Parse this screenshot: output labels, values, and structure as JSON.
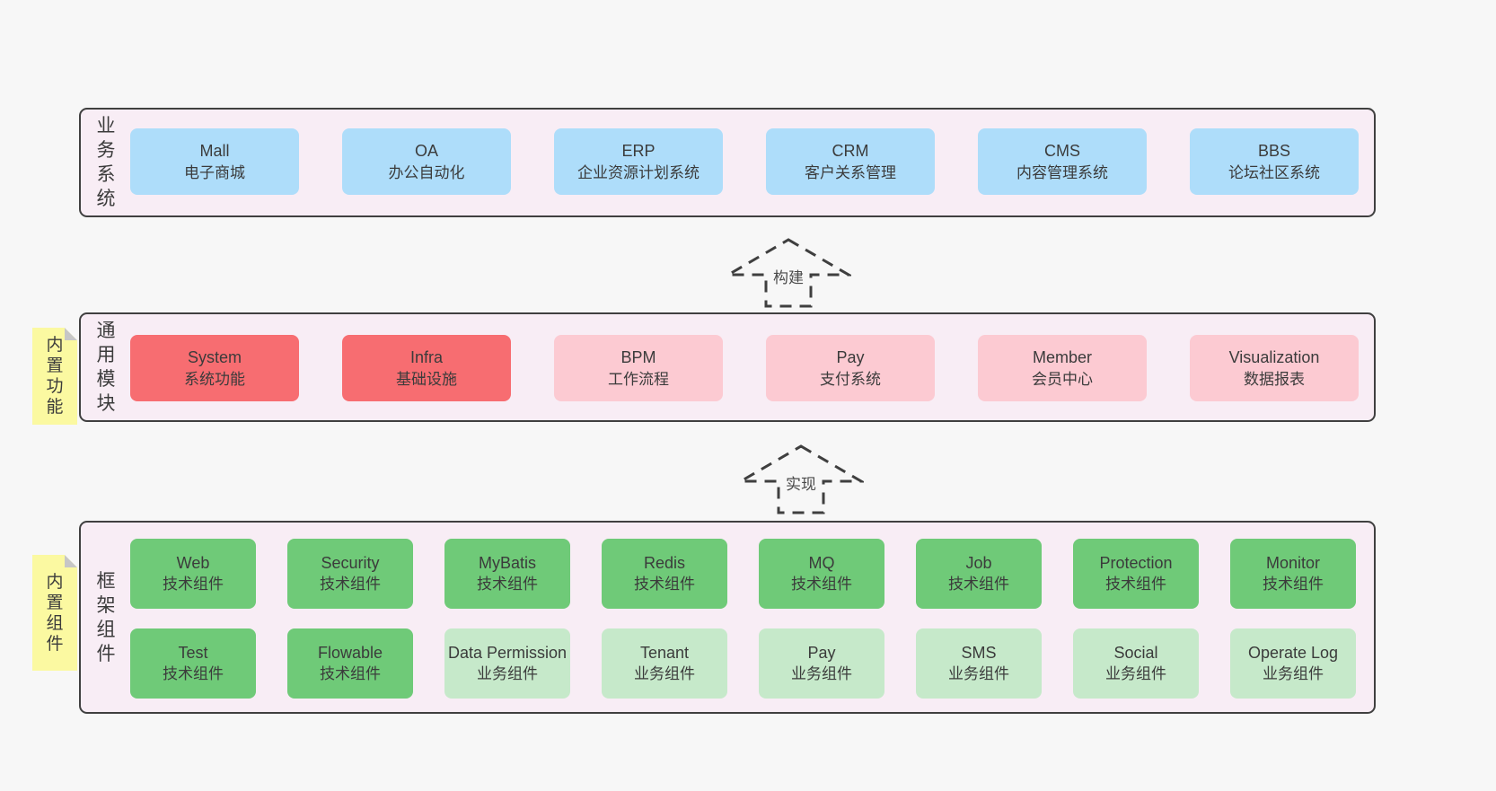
{
  "colors": {
    "page_bg": "#f7f7f7",
    "panel_bg": "#f8edf5",
    "panel_border": "#404040",
    "blue_box": "#aeddfa",
    "red_box": "#f76d71",
    "pink_box": "#fccad2",
    "green_dark_box": "#6fca78",
    "green_light_box": "#c6e9ca",
    "sticky_note": "#fbf9a1",
    "text": "#3b3b3b"
  },
  "business_section": {
    "label": "业务系统",
    "items": [
      {
        "name": "Mall",
        "subtitle": "电子商城"
      },
      {
        "name": "OA",
        "subtitle": "办公自动化"
      },
      {
        "name": "ERP",
        "subtitle": "企业资源计划系统"
      },
      {
        "name": "CRM",
        "subtitle": "客户关系管理"
      },
      {
        "name": "CMS",
        "subtitle": "内容管理系统"
      },
      {
        "name": "BBS",
        "subtitle": "论坛社区系统"
      }
    ]
  },
  "build_arrow": {
    "label": "构建"
  },
  "modules_section": {
    "label": "通用模块",
    "note": "内置功能",
    "items": [
      {
        "name": "System",
        "subtitle": "系统功能"
      },
      {
        "name": "Infra",
        "subtitle": "基础设施"
      },
      {
        "name": "BPM",
        "subtitle": "工作流程"
      },
      {
        "name": "Pay",
        "subtitle": "支付系统"
      },
      {
        "name": "Member",
        "subtitle": "会员中心"
      },
      {
        "name": "Visualization",
        "subtitle": "数据报表"
      }
    ]
  },
  "implement_arrow": {
    "label": "实现"
  },
  "components_section": {
    "label": "框架组件",
    "note": "内置组件",
    "row1": [
      {
        "name": "Web",
        "subtitle": "技术组件"
      },
      {
        "name": "Security",
        "subtitle": "技术组件"
      },
      {
        "name": "MyBatis",
        "subtitle": "技术组件"
      },
      {
        "name": "Redis",
        "subtitle": "技术组件"
      },
      {
        "name": "MQ",
        "subtitle": "技术组件"
      },
      {
        "name": "Job",
        "subtitle": "技术组件"
      },
      {
        "name": "Protection",
        "subtitle": "技术组件"
      },
      {
        "name": "Monitor",
        "subtitle": "技术组件"
      }
    ],
    "row2": [
      {
        "name": "Test",
        "subtitle": "技术组件"
      },
      {
        "name": "Flowable",
        "subtitle": "技术组件"
      },
      {
        "name": "Data Permission",
        "subtitle": "业务组件"
      },
      {
        "name": "Tenant",
        "subtitle": "业务组件"
      },
      {
        "name": "Pay",
        "subtitle": "业务组件"
      },
      {
        "name": "SMS",
        "subtitle": "业务组件"
      },
      {
        "name": "Social",
        "subtitle": "业务组件"
      },
      {
        "name": "Operate Log",
        "subtitle": "业务组件"
      }
    ]
  }
}
